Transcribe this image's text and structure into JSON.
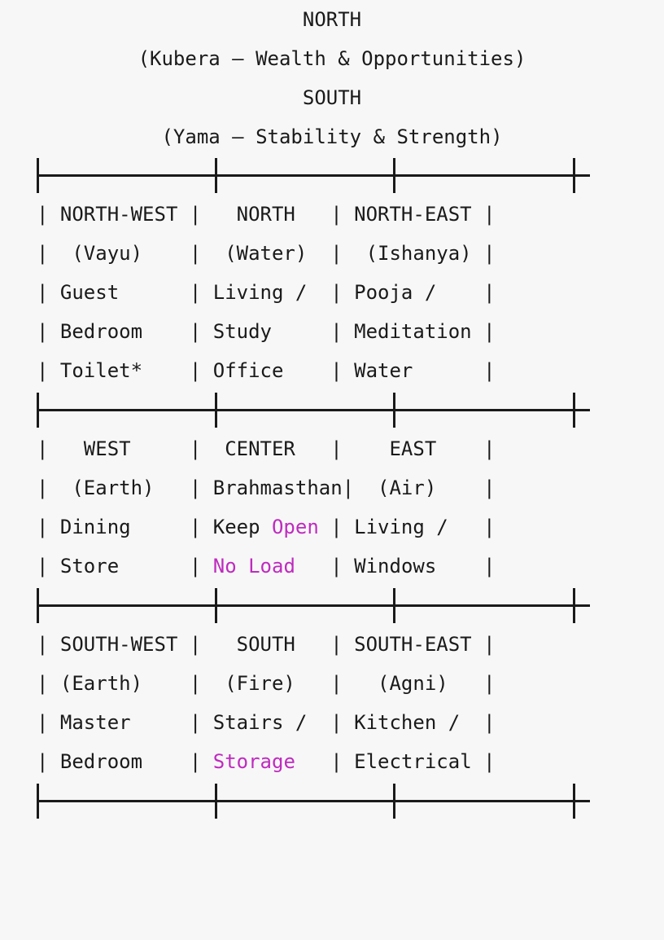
{
  "colors": {
    "background": "#f7f7f7",
    "text": "#1a1a1a",
    "accent": "#bf2bbf"
  },
  "header": {
    "direction": "NORTH",
    "deity_line": "(Kubera — Wealth & Opportunities)"
  },
  "footer": {
    "direction": "SOUTH",
    "deity_line": "(Yama — Stability & Strength)"
  },
  "grid": {
    "type": "ascii-table",
    "rows": 3,
    "columns": 3,
    "separator_char": "+---+",
    "cells": [
      {
        "id": "north-west",
        "row": 0,
        "col": 0,
        "direction": "NORTH-WEST",
        "element": "(Vayu)",
        "uses": [
          "Guest",
          "Bedroom",
          "Toilet*"
        ],
        "accent_terms": []
      },
      {
        "id": "north",
        "row": 0,
        "col": 1,
        "direction": "NORTH",
        "element": "(Water)",
        "uses": [
          "Living /",
          "Study",
          "Office"
        ],
        "accent_terms": []
      },
      {
        "id": "north-east",
        "row": 0,
        "col": 2,
        "direction": "NORTH-EAST",
        "element": "(Ishanya)",
        "uses": [
          "Pooja /",
          "Meditation",
          "Water"
        ],
        "accent_terms": []
      },
      {
        "id": "west",
        "row": 1,
        "col": 0,
        "direction": "WEST",
        "element": "(Earth)",
        "uses": [
          "Dining",
          "Store"
        ],
        "accent_terms": []
      },
      {
        "id": "center",
        "row": 1,
        "col": 1,
        "direction": "CENTER",
        "element": "Brahmasthan",
        "uses": [
          "Keep Open",
          "No Load"
        ],
        "accent_terms": [
          "Open",
          "No Load"
        ]
      },
      {
        "id": "east",
        "row": 1,
        "col": 2,
        "direction": "EAST",
        "element": "(Air)",
        "uses": [
          "Living /",
          "Windows"
        ],
        "accent_terms": []
      },
      {
        "id": "south-west",
        "row": 2,
        "col": 0,
        "direction": "SOUTH-WEST",
        "element": "(Earth)",
        "uses": [
          "Master",
          "Bedroom"
        ],
        "accent_terms": []
      },
      {
        "id": "south",
        "row": 2,
        "col": 1,
        "direction": "SOUTH",
        "element": "(Fire)",
        "uses": [
          "Stairs /",
          "Storage"
        ],
        "accent_terms": [
          "Storage"
        ]
      },
      {
        "id": "south-east",
        "row": 2,
        "col": 2,
        "direction": "SOUTH-EAST",
        "element": "(Agni)",
        "uses": [
          "Kitchen /",
          "Electrical"
        ],
        "accent_terms": []
      }
    ],
    "lines": [
      {
        "id": "row0-line0",
        "text": "| NORTH-WEST |   NORTH   | NORTH-EAST |"
      },
      {
        "id": "row0-line1",
        "text": "|  (Vayu)    |  (Water)  |  (Ishanya) |"
      },
      {
        "id": "row0-line2",
        "text": "| Guest      | Living /  | Pooja /    |"
      },
      {
        "id": "row0-line3",
        "text": "| Bedroom    | Study     | Meditation |"
      },
      {
        "id": "row0-line4",
        "text": "| Toilet*    | Office    | Water      |"
      },
      {
        "id": "row1-line0",
        "text": "|   WEST     |  CENTER   |    EAST    |"
      },
      {
        "id": "row1-line1",
        "text": "|  (Earth)   | Brahmasthan|  (Air)    |"
      },
      {
        "id": "row1-line2",
        "text": "| Dining     | Keep Open | Living /   |"
      },
      {
        "id": "row1-line3",
        "text": "| Store      | No Load   | Windows    |"
      },
      {
        "id": "row2-line0",
        "text": "| SOUTH-WEST |   SOUTH   | SOUTH-EAST |"
      },
      {
        "id": "row2-line1",
        "text": "| (Earth)    |  (Fire)   |   (Agni)   |"
      },
      {
        "id": "row2-line2",
        "text": "| Master     | Stairs /  | Kitchen /  |"
      },
      {
        "id": "row2-line3",
        "text": "| Bedroom    | Storage   | Electrical |"
      }
    ]
  }
}
